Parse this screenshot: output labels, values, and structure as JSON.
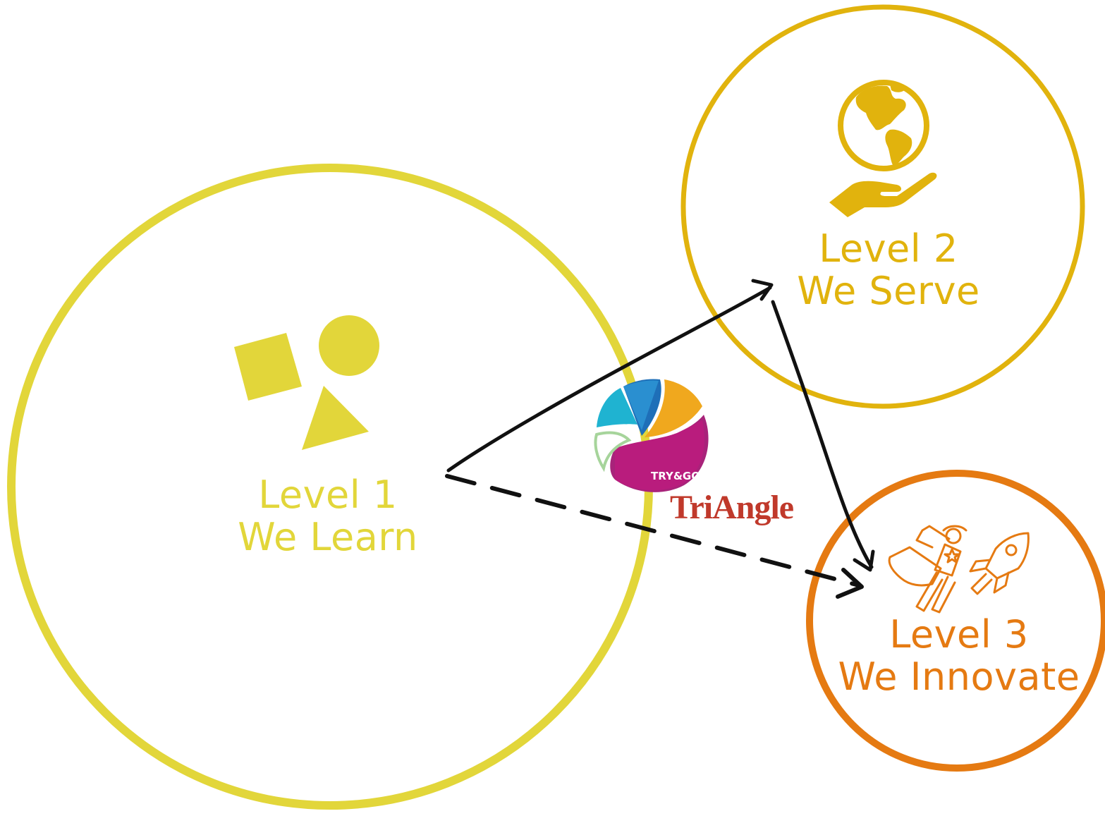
{
  "colors": {
    "level1": "#e2d63a",
    "level2": "#e1b30d",
    "level3": "#e57a12",
    "arrow": "#111111",
    "brand_text": "#c0392b"
  },
  "levels": [
    {
      "title": "Level 1",
      "subtitle": "We Learn",
      "icon": "shapes-icon"
    },
    {
      "title": "Level 2",
      "subtitle": "We Serve",
      "icon": "globe-in-hand-icon"
    },
    {
      "title": "Level 3",
      "subtitle": "We Innovate",
      "icon": "superhero-rocket-icon"
    }
  ],
  "logo": {
    "badge_text": "TRY&GO",
    "wordmark": "TriAngle"
  },
  "connections": [
    {
      "from": "Level 1",
      "to": "Level 2",
      "style": "solid"
    },
    {
      "from": "Level 2",
      "to": "Level 3",
      "style": "solid"
    },
    {
      "from": "Level 1",
      "to": "Level 3",
      "style": "dashed"
    }
  ]
}
